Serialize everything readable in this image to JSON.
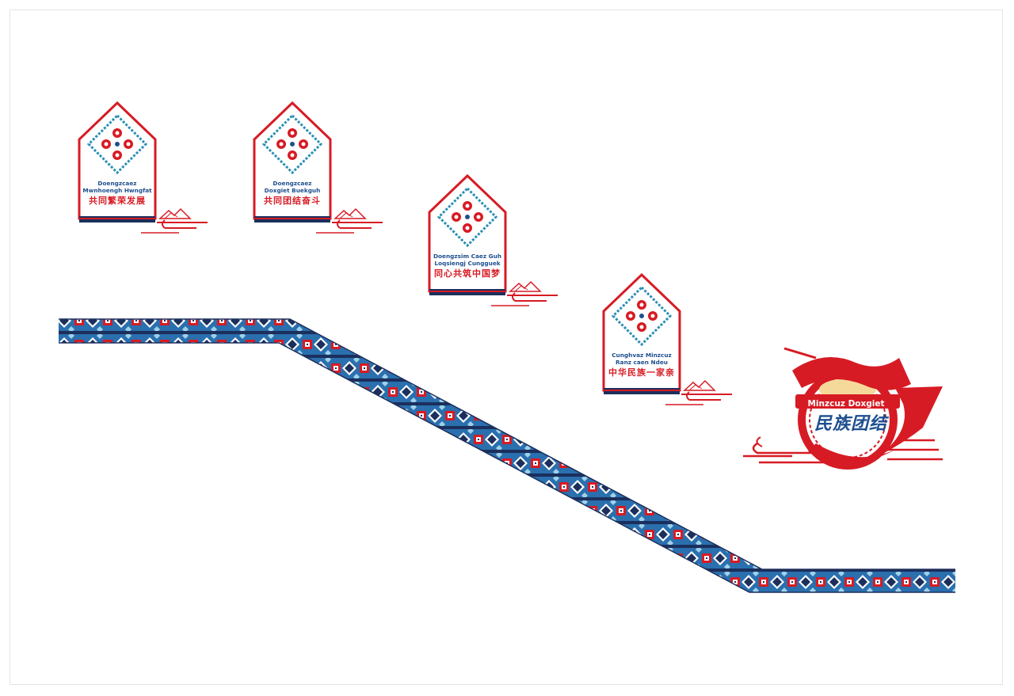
{
  "signs": [
    {
      "sub_line1": "Doengzcaez",
      "sub_line2": "Mwnhoengh Hwngfat",
      "title": "共同繁荣发展"
    },
    {
      "sub_line1": "Doengzcaez",
      "sub_line2": "Doxgiet Buekguh",
      "title": "共同团结奋斗"
    },
    {
      "sub_line1": "Doengzsim Caez Guh",
      "sub_line2": "Loqsiengj Cungguek",
      "title": "同心共筑中国梦"
    },
    {
      "sub_line1": "Cunghvaz Minzcuz",
      "sub_line2": "Ranz caen Ndeu",
      "title": "中华民族一家亲"
    }
  ],
  "emblem": {
    "en": "Minzcuz Doxgiet",
    "zh": "民族团结"
  },
  "colors": {
    "red": "#d71b24",
    "blue": "#1d4f8f",
    "teal": "#2a8fb3",
    "navy": "#1c2f5c"
  }
}
